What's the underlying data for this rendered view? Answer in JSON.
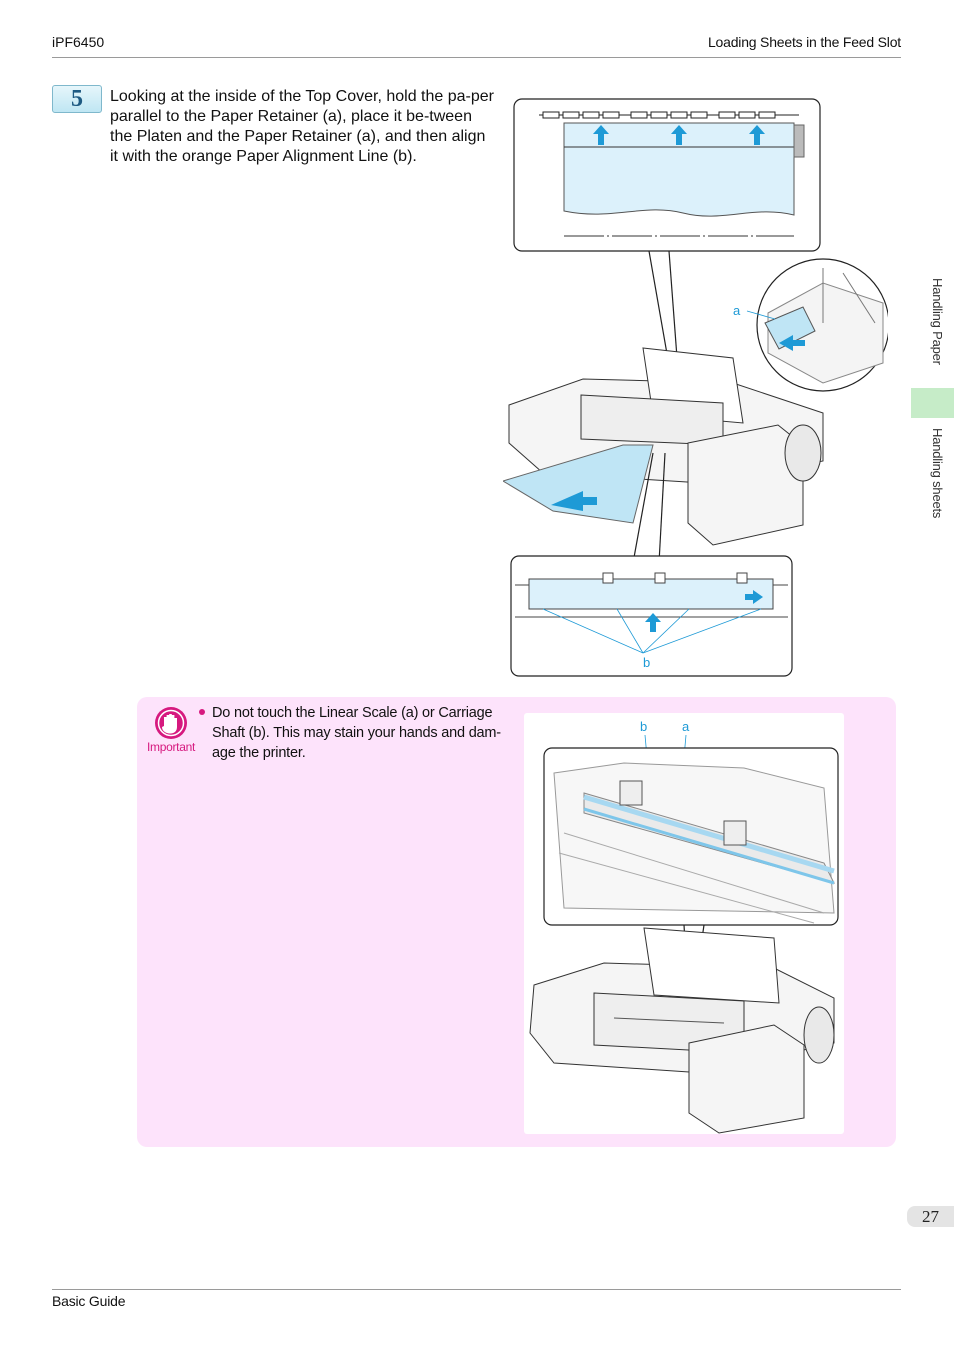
{
  "header": {
    "model": "iPF6450",
    "section": "Loading Sheets in the Feed Slot"
  },
  "step": {
    "number": "5",
    "text": "Looking at the inside of the Top Cover, hold the pa-per parallel to the Paper Retainer (a), place it be-tween the Platen and the Paper Retainer (a), and then align it with the orange Paper Alignment Line (b)."
  },
  "figure1": {
    "label_a": "a",
    "label_b": "b"
  },
  "important": {
    "label": "Important",
    "items": [
      "Do not touch the Linear Scale (a) or Carriage Shaft (b). This may stain your hands and dam-age the printer."
    ]
  },
  "figure2": {
    "label_b": "b",
    "label_a": "a"
  },
  "side_tabs": {
    "chapter": "Handling Paper",
    "section": "Handling sheets"
  },
  "page_number": "27",
  "footer": {
    "title": "Basic Guide"
  }
}
